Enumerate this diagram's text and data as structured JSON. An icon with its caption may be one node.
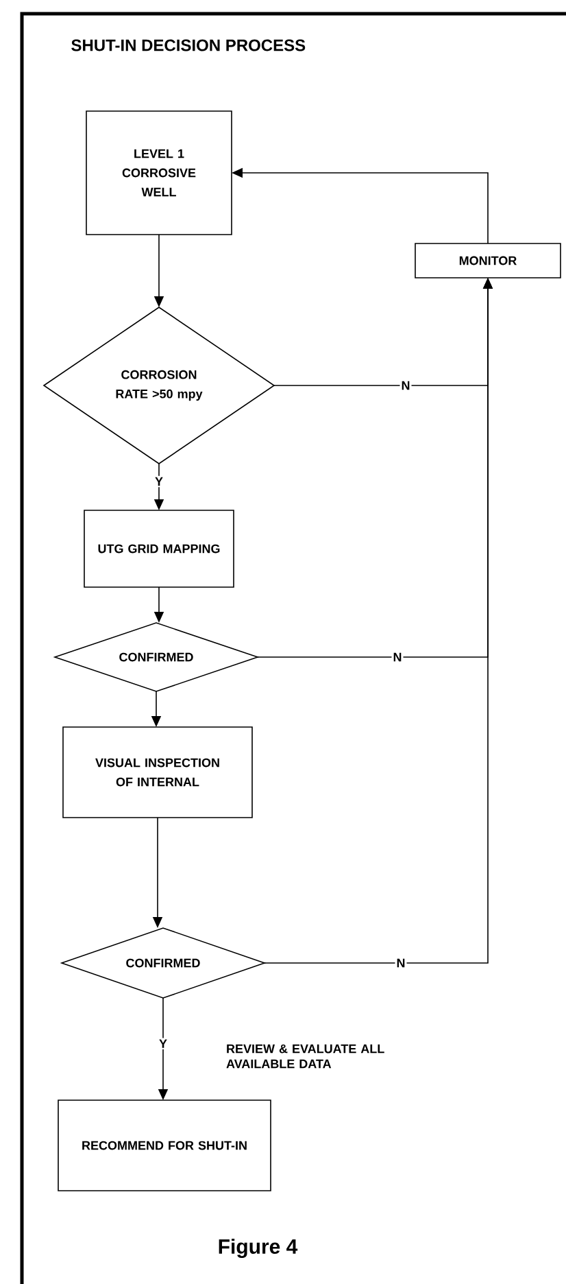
{
  "diagram": {
    "title": "SHUT-IN DECISION PROCESS",
    "caption": "Figure 4",
    "nodes": [
      {
        "text": [
          "LEVEL 1 CORROSIVE WELL"
        ]
      },
      {
        "text": [
          "MONITOR"
        ]
      },
      {
        "text": [
          "CORROSION RATE >50 mpy"
        ]
      },
      {
        "text": [
          "UTG GRID MAPPING"
        ]
      },
      {
        "text": [
          "CONFIRMED"
        ]
      },
      {
        "text": [
          "VISUAL INSPECTION OF INTERNAL"
        ]
      },
      {
        "text": [
          "CONFIRMED"
        ]
      },
      {
        "text": [
          "RECOMMEND FOR SHUT-IN"
        ]
      }
    ],
    "edges": [
      {
        "from": 0,
        "to": 2,
        "arrow": "to"
      },
      {
        "from": 2,
        "to": 3,
        "arrow": "to",
        "label": "Y"
      },
      {
        "from": 3,
        "to": 4,
        "arrow": "to"
      },
      {
        "from": 4,
        "to": 5,
        "arrow": "to"
      },
      {
        "from": 5,
        "to": 6,
        "arrow": "to"
      },
      {
        "from": 6,
        "to": 7,
        "arrow": "to",
        "label": "Y"
      },
      {
        "from": 2,
        "to": 1,
        "arrow": "to",
        "label": "N"
      },
      {
        "from": 4,
        "to": 1,
        "arrow": "to",
        "label": "N"
      },
      {
        "from": 6,
        "to": 1,
        "arrow": "to",
        "label": "N"
      },
      {
        "from": 1,
        "to": 0,
        "arrow": "to"
      }
    ],
    "labels": [
      "REVIEW & EVALUATE ALL AVAILABLE DATA"
    ]
  }
}
